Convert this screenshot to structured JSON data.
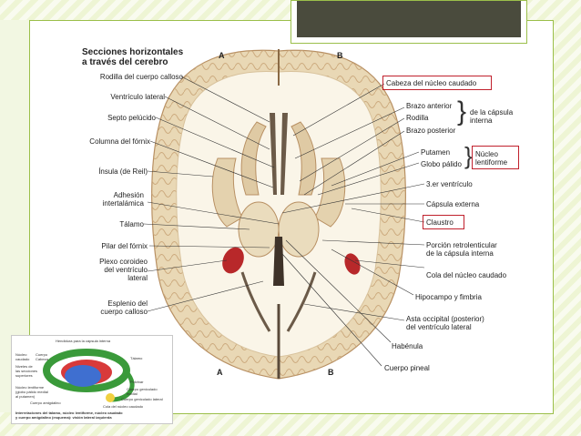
{
  "figure": {
    "title_line1": "Secciones horizontales",
    "title_line2": "a través del cerebro",
    "orientation": {
      "top_a": "A",
      "top_b": "B",
      "bottom_a": "A",
      "bottom_b": "B"
    },
    "left_labels": [
      "Rodilla del cuerpo calloso",
      "Ventrículo lateral",
      "Septo pelúcido",
      "Columna del fórnix",
      "Ínsula (de Reil)",
      "Adhesión",
      "intertalámica",
      "Tálamo",
      "Pilar del fórnix",
      "Plexo coroideo",
      "del ventrículo",
      "lateral",
      "Esplenio del",
      "cuerpo calloso"
    ],
    "right_labels": {
      "caudate_head": "Cabeza del núcleo caudado",
      "anterior_arm": "Brazo anterior",
      "genu": "Rodilla",
      "posterior_arm": "Brazo posterior",
      "internal_capsule_1": "de la cápsula",
      "internal_capsule_2": "interna",
      "putamen": "Putamen",
      "globus_pallidus": "Globo pálido",
      "lentiform_1": "Núcleo",
      "lentiform_2": "lentiforme",
      "third_ventricle": "3.er ventrículo",
      "external_capsule": "Cápsula externa",
      "claustrum": "Claustro",
      "retrolenticular_1": "Porción retrolenticular",
      "retrolenticular_2": "de la cápsula interna",
      "caudate_tail": "Cola del núcleo caudado",
      "hippocampus": "Hipocampo y fimbria",
      "occipital_horn_1": "Asta occipital (posterior)",
      "occipital_horn_2": "del ventrículo lateral",
      "habenula": "Habénula",
      "pineal": "Cuerpo pineal"
    }
  },
  "inset": {
    "captions": [
      "Hendidura para la cápsula interna",
      "Núcleo",
      "caudado",
      "Cuerpo",
      "Cabeza",
      "Tálamo",
      "Niveles de",
      "las secciones",
      "superiores",
      "Pulvinar",
      "Núcleo lentiforme",
      "(globo pálido medial",
      "al putamen)",
      "Cuerpo geniculado",
      "medial",
      "Cuerpo geniculado lateral",
      "Cuerpo amigdalino",
      "Cola del núcleo caudado",
      "Interrelaciones del tálamo, núcleo lentiforme, núcleo caudado",
      "y cuerpo amigdalino (esquema): visión lateral izquierda"
    ]
  },
  "colors": {
    "slide_border": "#9bbf4a",
    "title_bar": "#4a4b3d",
    "highlight_box": "#c0202c",
    "tissue": "#f1e6cf",
    "white_matter": "#faf5e8"
  }
}
